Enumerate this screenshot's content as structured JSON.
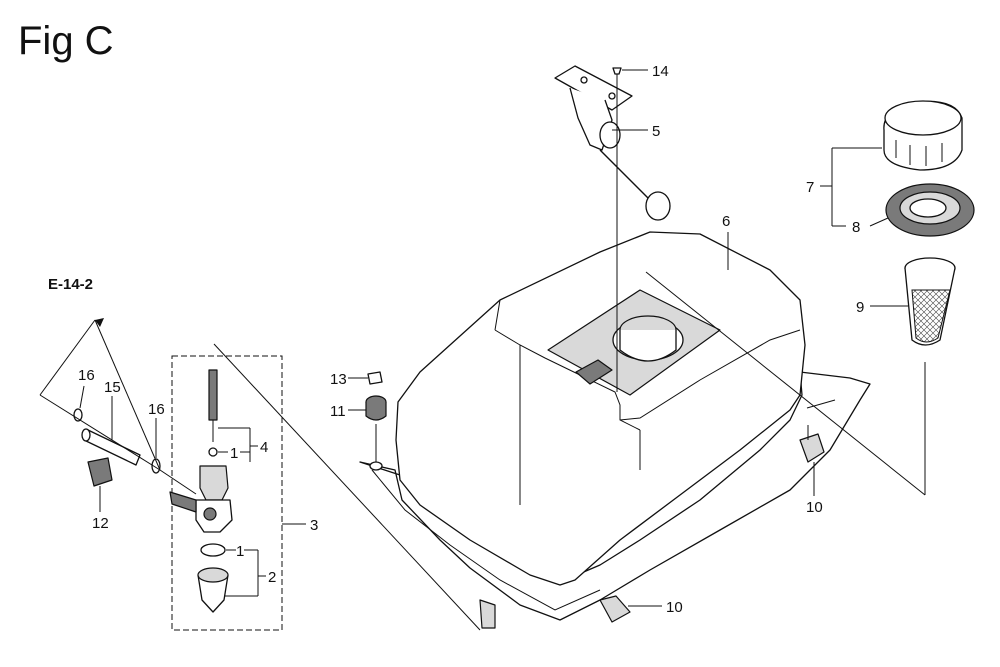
{
  "figure": {
    "title": "Fig C",
    "reference": "E-14-2"
  },
  "callouts": {
    "c1a": "1",
    "c1b": "1",
    "c2": "2",
    "c3": "3",
    "c4": "4",
    "c5": "5",
    "c6": "6",
    "c7": "7",
    "c8": "8",
    "c9": "9",
    "c10a": "10",
    "c10b": "10",
    "c11": "11",
    "c12": "12",
    "c13": "13",
    "c14": "14",
    "c15": "15",
    "c16a": "16",
    "c16b": "16"
  }
}
